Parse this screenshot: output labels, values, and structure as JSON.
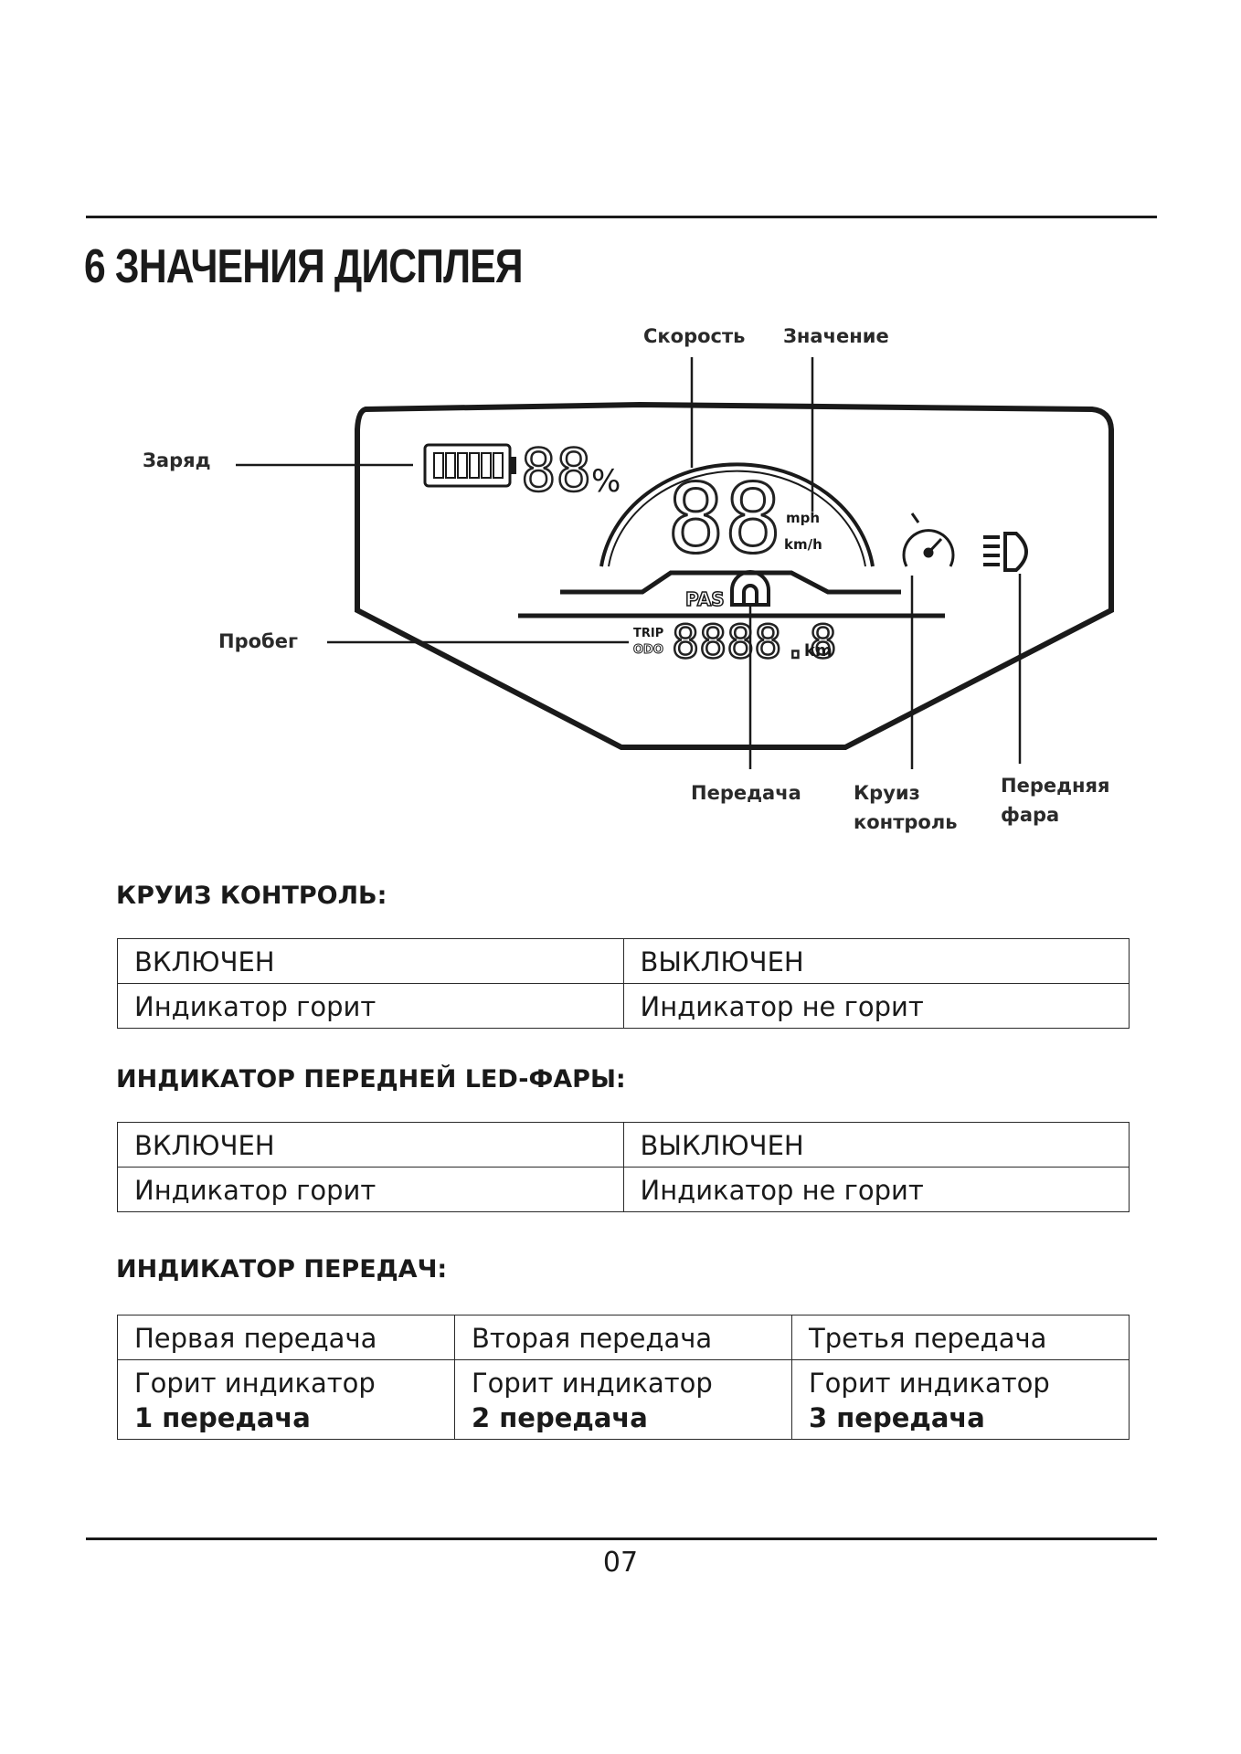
{
  "title": "6 ЗНАЧЕНИЯ ДИСПЛЕЯ",
  "diagram": {
    "labels": {
      "speed": "Скорость",
      "value": "Значение",
      "charge": "Заряд",
      "mileage": "Пробег",
      "gear": "Передача",
      "cruise_line1": "Круиз",
      "cruise_line2": "контроль",
      "headlight_line1": "Передняя",
      "headlight_line2": "фара"
    },
    "screen": {
      "battery_percent": "88",
      "percent_sign": "%",
      "speed_digits": "88",
      "unit_mph": "mph",
      "unit_kmh": "km/h",
      "pas": "PAS",
      "trip": "TRIP",
      "odo": "ODO",
      "odometer": "8888.8",
      "unit_km": "km"
    }
  },
  "sections": {
    "cruise": {
      "heading": "КРУИЗ КОНТРОЛЬ:",
      "rows": [
        [
          "ВКЛЮЧЕН",
          "ВЫКЛЮЧЕН"
        ],
        [
          "Индикатор горит",
          "Индикатор не горит"
        ]
      ]
    },
    "headlight": {
      "heading": "ИНДИКАТОР ПЕРЕДНЕЙ LED-ФАРЫ:",
      "rows": [
        [
          "ВКЛЮЧЕН",
          "ВЫКЛЮЧЕН"
        ],
        [
          "Индикатор горит",
          "Индикатор не горит"
        ]
      ]
    },
    "gears": {
      "heading": "ИНДИКАТОР ПЕРЕДАЧ:",
      "names": [
        "Первая передача",
        "Вторая передача",
        "Третья передача"
      ],
      "desc": [
        "Горит индикатор",
        "Горит индикатор",
        "Горит индикатор"
      ],
      "values": [
        "1 передача",
        "2 передача",
        "3 передача"
      ]
    }
  },
  "page_number": "07"
}
